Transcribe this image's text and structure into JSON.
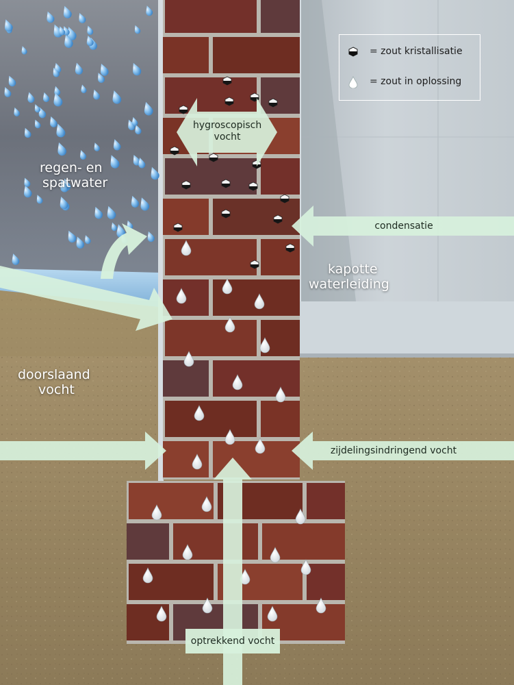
{
  "legend": {
    "crystal_text": "= zout kristallisatie",
    "solution_text": "= zout in oplossing",
    "crystal_icon": "salt-crystal-icon",
    "solution_icon": "salt-droplet-icon"
  },
  "labels": {
    "rain": "regen- en spatwater",
    "rain_line1": "regen- en",
    "rain_line2": "spatwater",
    "hygro_line1": "hygroscopisch",
    "hygro_line2": "vocht",
    "condensation": "condensatie",
    "pipe_line1": "kapotte",
    "pipe_line2": "waterleiding",
    "penetrating_line1": "doorslaand",
    "penetrating_line2": "vocht",
    "lateral": "zijdelingsindringend vocht",
    "rising": "optrekkend vocht"
  },
  "colors": {
    "brick": "#7a3326",
    "mortar": "#b9b6ae",
    "arrow": "#d7f1dc",
    "soil": "#9c8a66",
    "sky": "#6b7079",
    "wall_right": "#c4ccd2",
    "water": "#9ec7e6"
  }
}
